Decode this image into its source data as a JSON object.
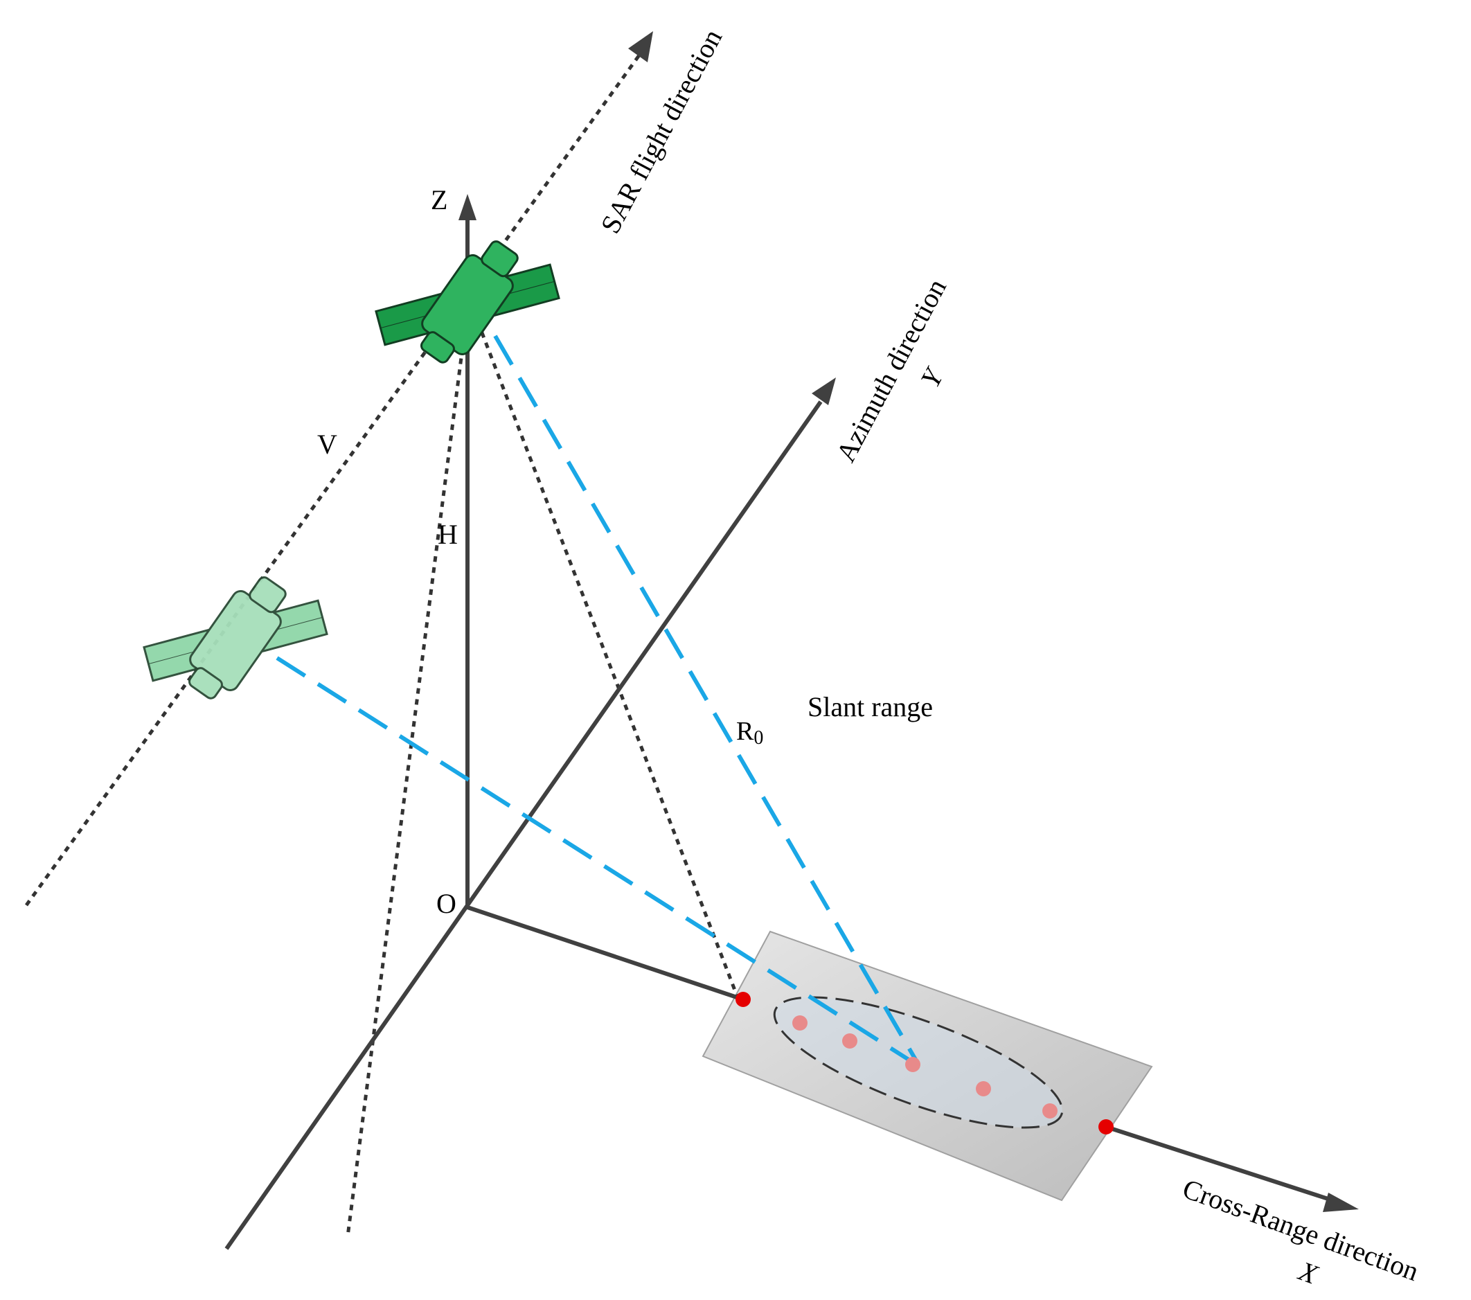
{
  "labels": {
    "sar_flight": "SAR flight direction",
    "z_axis": "Z",
    "azimuth": "Azimuth direction",
    "y_axis": "Y",
    "velocity": "V",
    "height": "H",
    "slant_range": "Slant range",
    "r0_main": "R",
    "r0_sub": "0",
    "origin": "O",
    "cross_range": "Cross-Range direction",
    "x_axis": "X"
  },
  "colors": {
    "axis": "#404040",
    "dotted": "#333333",
    "beam": "#1aa7e6",
    "satellite_main": "#1a9a48",
    "satellite_light": "#8fd6a8",
    "ground_patch": "#cccccc",
    "target_red": "#e50000",
    "scatterer": "#e88a8a"
  },
  "icons": [
    "satellite-icon"
  ]
}
